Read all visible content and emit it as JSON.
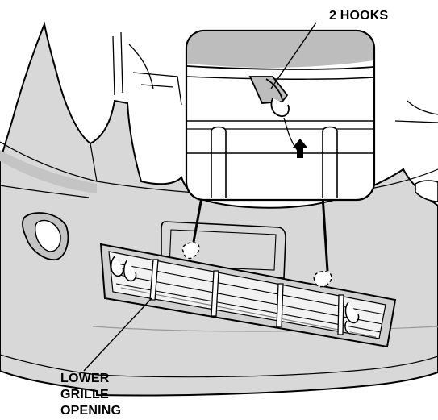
{
  "callouts": {
    "hooks_label": "2 HOOKS",
    "opening_label_line1": "LOWER",
    "opening_label_line2": "GRILLE",
    "opening_label_line3": "OPENING"
  },
  "colors": {
    "outline": "#000000",
    "panel_fill": "#d8d8d8",
    "panel_shadow": "#c4c4c4",
    "inset_fill": "#ffffff",
    "gray_band": "#bdbdbd"
  },
  "icons": {
    "direction_arrow": "up-arrow-icon"
  }
}
